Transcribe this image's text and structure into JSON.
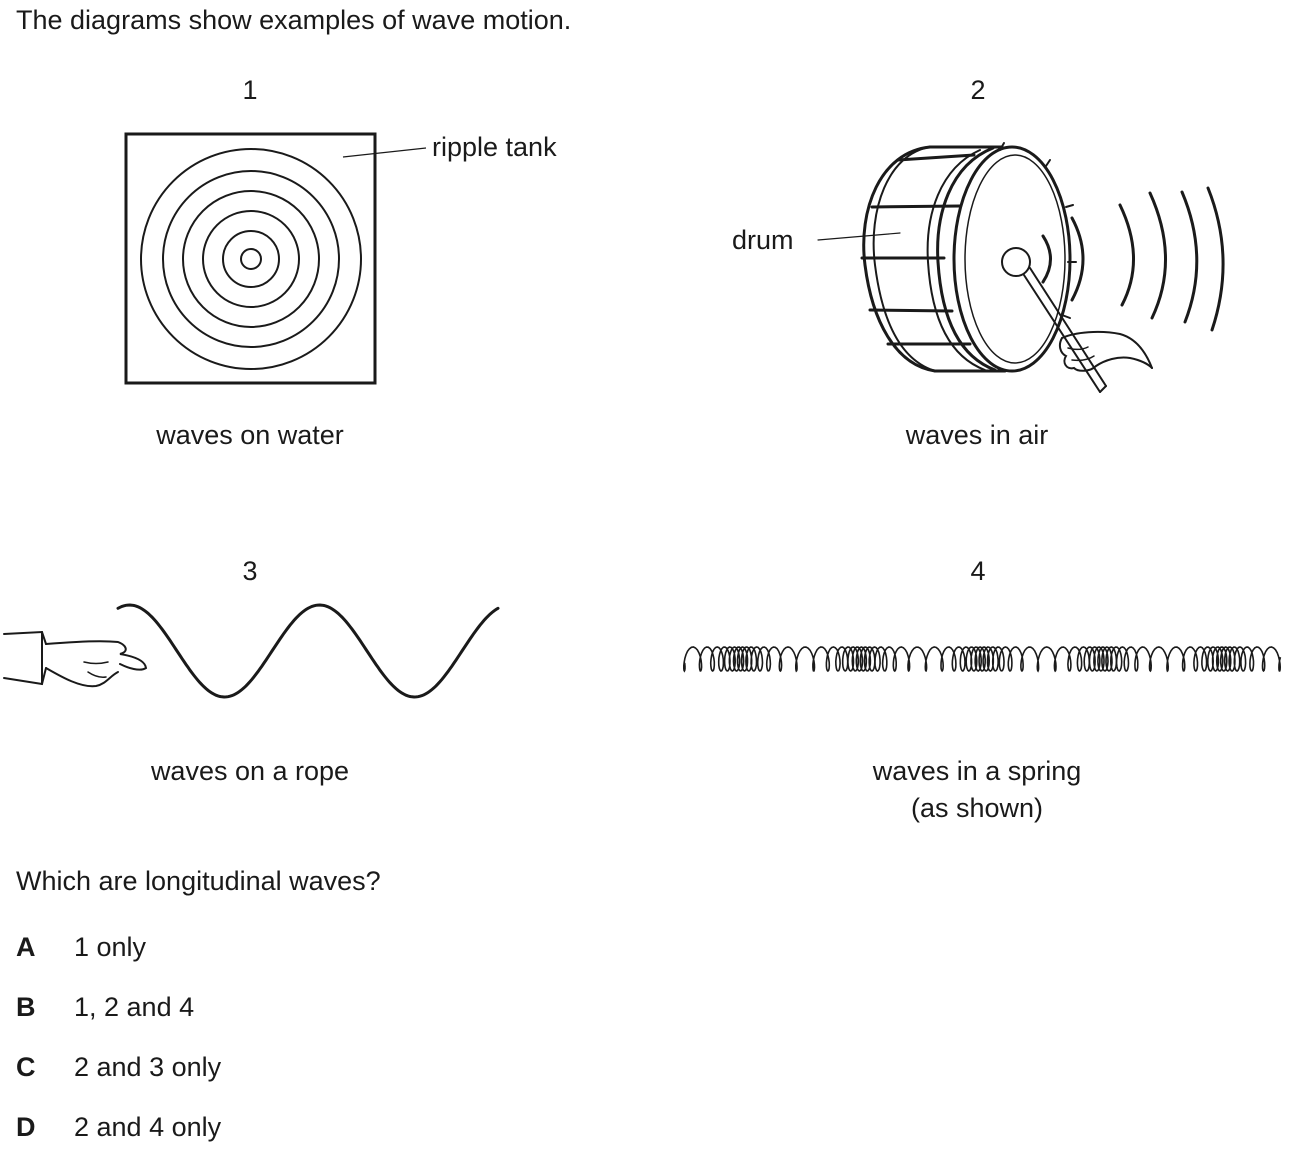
{
  "intro": "The diagrams show examples of wave motion.",
  "diagrams": [
    {
      "number": "1",
      "caption": "waves on water",
      "label": "ripple tank"
    },
    {
      "number": "2",
      "caption": "waves in air",
      "label": "drum"
    },
    {
      "number": "3",
      "caption": "waves on a rope"
    },
    {
      "number": "4",
      "caption": "waves in a spring",
      "caption2": "(as shown)"
    }
  ],
  "question": "Which are longitudinal waves?",
  "options": [
    {
      "letter": "A",
      "text": "1 only"
    },
    {
      "letter": "B",
      "text": "1, 2 and 4"
    },
    {
      "letter": "C",
      "text": "2 and 3 only"
    },
    {
      "letter": "D",
      "text": "2 and 4 only"
    }
  ]
}
